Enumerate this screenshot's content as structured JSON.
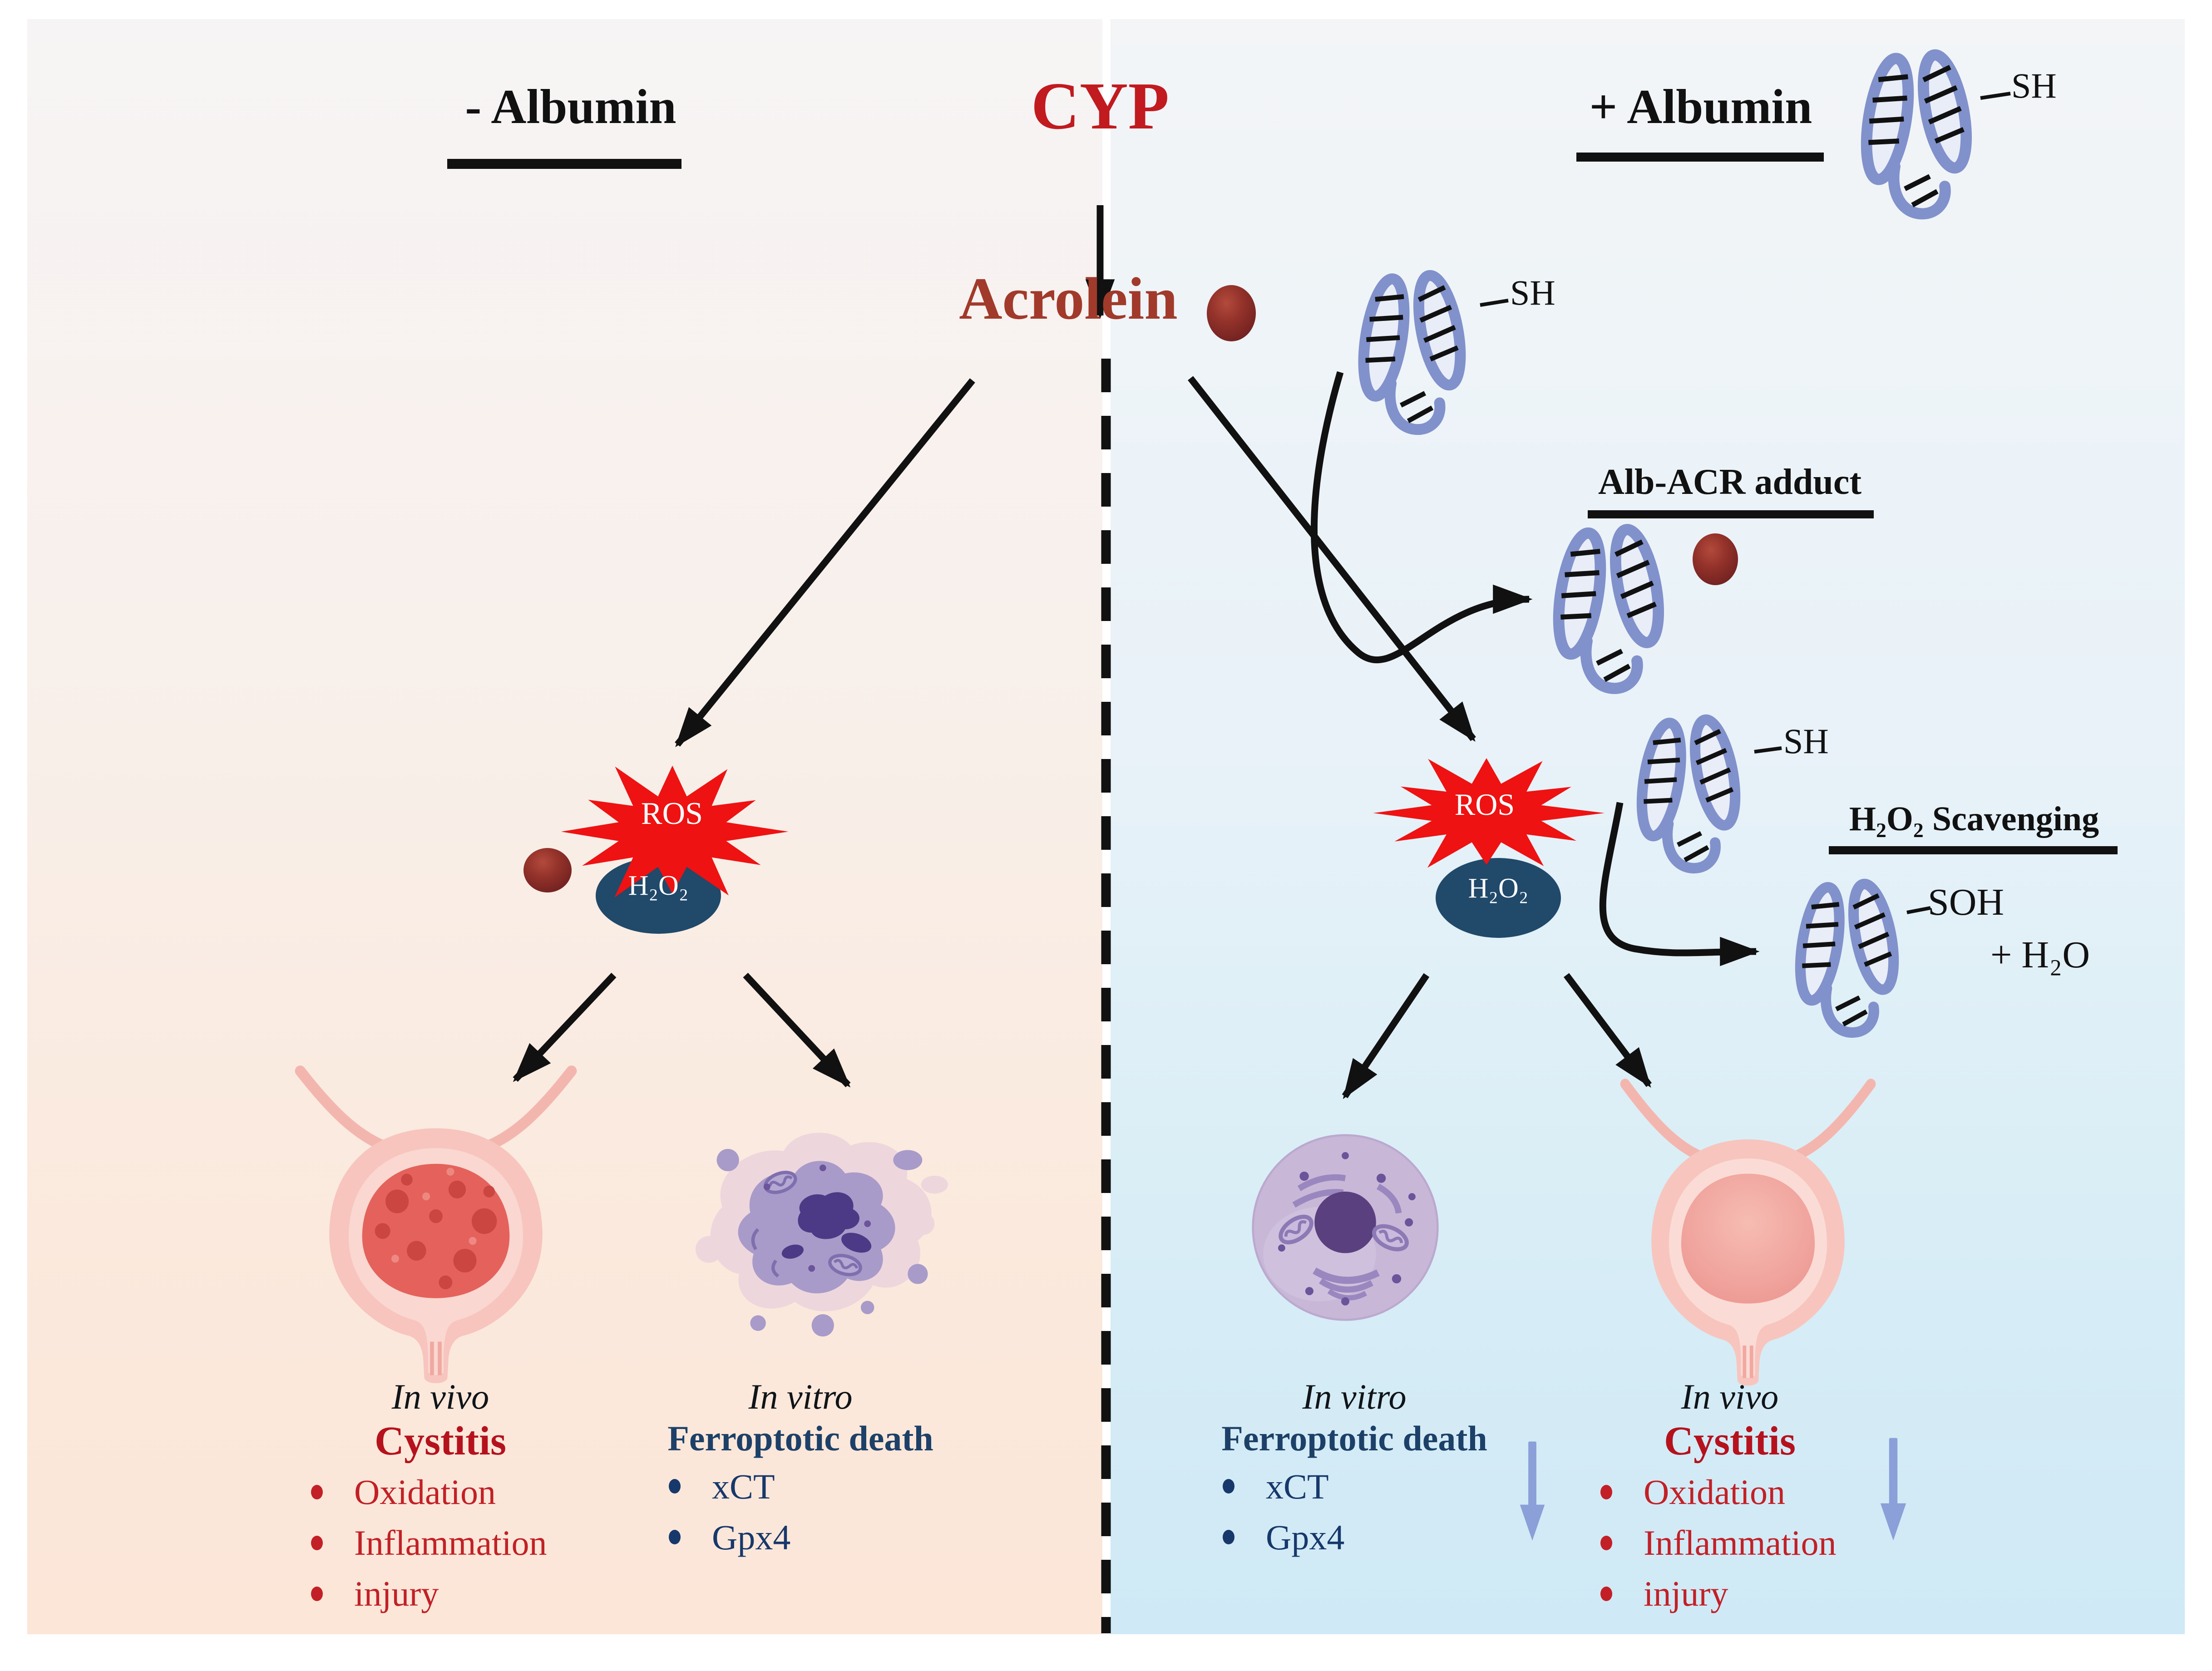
{
  "center": {
    "cyp": "CYP",
    "acrolein": "Acrolein"
  },
  "labels": {
    "ros": "ROS",
    "h2o2": "H₂O₂",
    "sh": "SH",
    "soh": "SOH",
    "plus_h2o": "+ H₂O"
  },
  "left": {
    "title": "- Albumin",
    "in_vivo": {
      "label": "In vivo",
      "heading": "Cystitis",
      "bullets": [
        "Oxidation",
        "Inflammation",
        "injury"
      ]
    },
    "in_vitro": {
      "label": "In vitro",
      "heading": "Ferroptotic death",
      "bullets": [
        "xCT",
        "Gpx4"
      ]
    }
  },
  "right": {
    "title": "+ Albumin",
    "adduct_title": "Alb-ACR adduct",
    "scavenging_title": "H₂O₂ Scavenging",
    "in_vitro": {
      "label": "In vitro",
      "heading": "Ferroptotic death",
      "bullets": [
        "xCT",
        "Gpx4"
      ]
    },
    "in_vivo": {
      "label": "In vivo",
      "heading": "Cystitis",
      "bullets": [
        "Oxidation",
        "Inflammation",
        "injury"
      ]
    }
  },
  "icons": {
    "albumin": "albumin-protein-ribbon",
    "acrolein_molecule": "dark-red-ellipse",
    "ros": "red-starburst",
    "bladder_inflamed": "inflamed-bladder",
    "bladder_healthy": "healthy-bladder",
    "cell_dying": "ferroptotic-cell",
    "cell_healthy": "healthy-cell",
    "down_arrow": "decrease-arrow"
  },
  "colors": {
    "cyp": "#c11a1f",
    "acrolein": "#a13a2a",
    "ros_burst": "#ee1212",
    "h2o2_badge": "#20496a",
    "albumin": "#8191cb",
    "cystitis": "#b5121d",
    "bullet_red": "#c22026",
    "ferroptotic_navy": "#1d4068",
    "down_arrow": "#8b9fd8"
  }
}
